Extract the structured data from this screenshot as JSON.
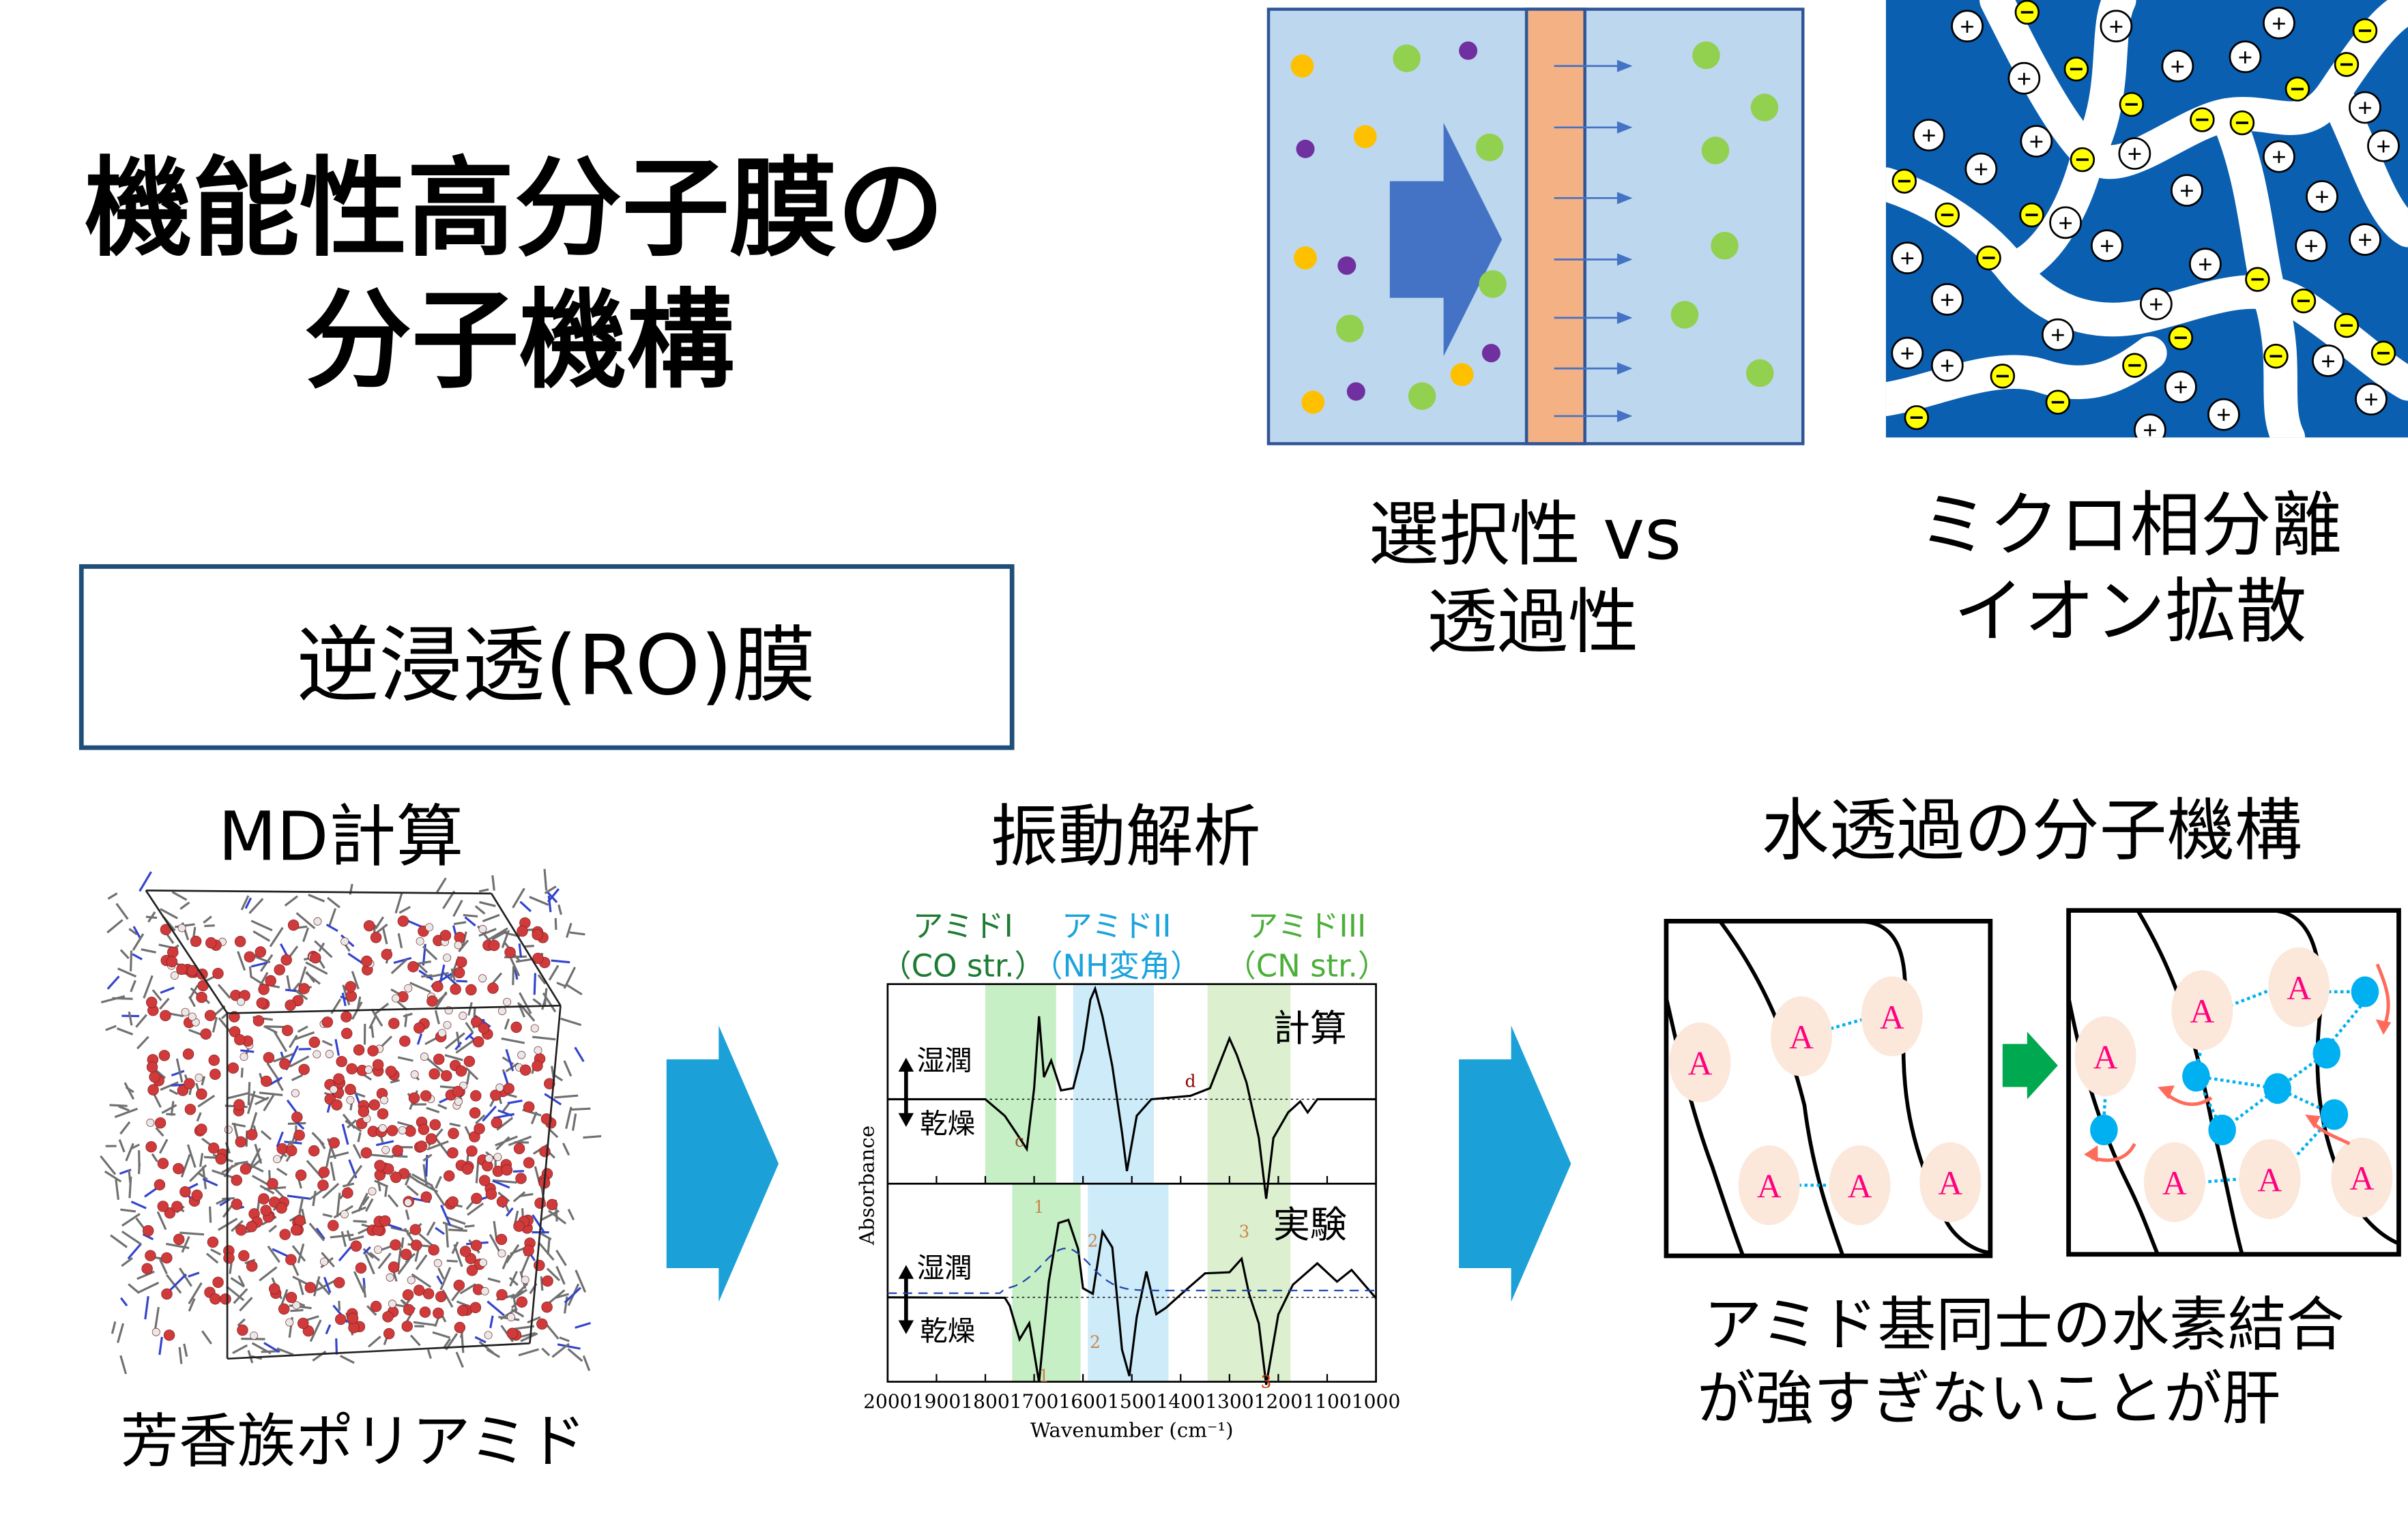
{
  "title": {
    "line1": "機能性高分子膜の",
    "line2": "分子機構"
  },
  "ro_box": {
    "label": "逆浸透(RO)膜",
    "border_color": "#1f4e79"
  },
  "membrane_caption": {
    "line1": "選択性 vs",
    "line2": "透過性"
  },
  "microphase_caption": {
    "line1": "ミクロ相分離",
    "line2": "イオン拡散"
  },
  "sections": {
    "md": {
      "heading": "MD計算",
      "caption": "芳香族ポリアミド"
    },
    "vibration": {
      "heading": "振動解析"
    },
    "water": {
      "heading": "水透過の分子機構",
      "caption_line1": "アミド基同士の水素結合",
      "caption_line2": "が強すぎないことが肝"
    }
  },
  "arrows": {
    "color": "#1ba1d8",
    "green_arrow_color": "#00a94f",
    "icon": "right-arrow-icon"
  },
  "amide_diagram": {
    "node_label": "A",
    "node_color": "#fbe8da",
    "label_color": "#ff007f",
    "water_color": "#00b0f0",
    "hbond_color": "#00b0f0",
    "motion_arrow_color": "#ff6b5b"
  },
  "membrane_diagram": {
    "colors": {
      "fill": "#bdd7ee",
      "membrane": "#f4b183",
      "arrow": "#4472c4",
      "yellow": "#ffc000",
      "purple": "#7030a0",
      "green": "#92d050"
    }
  },
  "microphase_diagram": {
    "plus_sign": "+",
    "minus_sign": "−",
    "colors": {
      "domain": "#0a5fb0",
      "anion": "#ffff00"
    }
  },
  "chart_data": {
    "type": "line",
    "xlabel": "Wavenumber (cm⁻¹)",
    "ylabel": "Absorbance",
    "xlim": [
      2000,
      1000
    ],
    "x_reversed": true,
    "xticks": [
      "2000",
      "1900",
      "1800",
      "1700",
      "1600",
      "1500",
      "1400",
      "1300",
      "1200",
      "1100",
      "1000"
    ],
    "bands": [
      {
        "name": "アミドI",
        "sub": "（CO str.）",
        "color": "#1e7b33",
        "fill": "#c6efc6",
        "top_range": [
          1800,
          1655
        ],
        "bottom_range": [
          1745,
          1605
        ]
      },
      {
        "name": "アミドII",
        "sub": "（NH変角）",
        "color": "#1aa3dc",
        "fill": "#cdebf8",
        "top_range": [
          1620,
          1455
        ],
        "bottom_range": [
          1590,
          1425
        ]
      },
      {
        "name": "アミドIII",
        "sub": "（CN str.）",
        "color": "#4caf3a",
        "fill": "#dcf0d0",
        "top_range": [
          1345,
          1175
        ],
        "bottom_range": [
          1345,
          1175
        ]
      }
    ],
    "panels": [
      {
        "label": "計算",
        "wet": "湿潤",
        "dry": "乾燥",
        "annotations": [
          "c",
          "d"
        ],
        "series": [
          [
            2000,
            0
          ],
          [
            1800,
            0
          ],
          [
            1760,
            -0.15
          ],
          [
            1730,
            -0.35
          ],
          [
            1715,
            -0.45
          ],
          [
            1700,
            0.1
          ],
          [
            1690,
            0.75
          ],
          [
            1680,
            0.2
          ],
          [
            1665,
            0.35
          ],
          [
            1645,
            0.08
          ],
          [
            1620,
            0.1
          ],
          [
            1600,
            0.45
          ],
          [
            1585,
            0.9
          ],
          [
            1575,
            1.0
          ],
          [
            1560,
            0.75
          ],
          [
            1540,
            0.3
          ],
          [
            1520,
            -0.3
          ],
          [
            1510,
            -0.65
          ],
          [
            1490,
            -0.15
          ],
          [
            1460,
            0
          ],
          [
            1380,
            0.03
          ],
          [
            1340,
            0.1
          ],
          [
            1300,
            0.55
          ],
          [
            1285,
            0.4
          ],
          [
            1265,
            0.15
          ],
          [
            1240,
            -0.35
          ],
          [
            1225,
            -0.9
          ],
          [
            1210,
            -0.35
          ],
          [
            1180,
            -0.12
          ],
          [
            1155,
            -0.02
          ],
          [
            1140,
            -0.12
          ],
          [
            1120,
            0
          ],
          [
            1000,
            0
          ]
        ]
      },
      {
        "label": "実験",
        "wet": "湿潤",
        "dry": "乾燥",
        "annotations": [
          "1",
          "1",
          "2",
          "2",
          "3",
          "3"
        ],
        "series": [
          [
            2000,
            0
          ],
          [
            1760,
            0
          ],
          [
            1750,
            -0.15
          ],
          [
            1730,
            -0.4
          ],
          [
            1710,
            -0.35
          ],
          [
            1690,
            -0.95
          ],
          [
            1670,
            0.2
          ],
          [
            1650,
            0.95
          ],
          [
            1630,
            1.0
          ],
          [
            1610,
            0.5
          ],
          [
            1600,
            0.0
          ],
          [
            1580,
            0.1
          ],
          [
            1560,
            0.85
          ],
          [
            1540,
            0.5
          ],
          [
            1520,
            -0.6
          ],
          [
            1505,
            -0.95
          ],
          [
            1490,
            -0.3
          ],
          [
            1470,
            0.2
          ],
          [
            1450,
            -0.1
          ],
          [
            1430,
            0.0
          ],
          [
            1400,
            0.05
          ],
          [
            1350,
            0.2
          ],
          [
            1300,
            0.3
          ],
          [
            1275,
            0.5
          ],
          [
            1260,
            0.0
          ],
          [
            1240,
            -0.3
          ],
          [
            1225,
            -0.95
          ],
          [
            1200,
            -0.2
          ],
          [
            1170,
            0.1
          ],
          [
            1120,
            0.45
          ],
          [
            1080,
            0.1
          ],
          [
            1050,
            0.25
          ],
          [
            1000,
            0.1
          ]
        ]
      }
    ]
  }
}
